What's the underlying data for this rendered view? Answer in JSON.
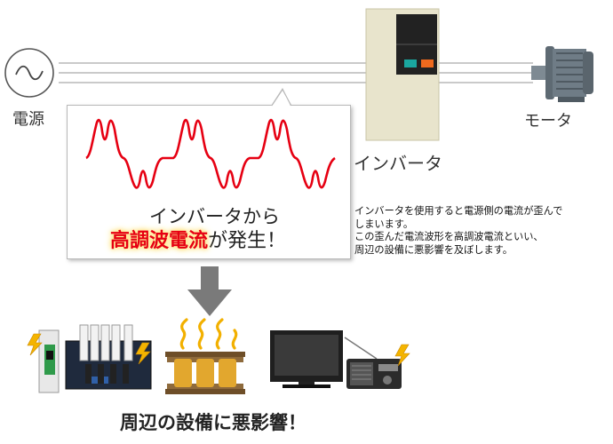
{
  "labels": {
    "power_source": "電源",
    "motor": "モータ",
    "inverter": "インバータ"
  },
  "bubble": {
    "line1": "インバータから",
    "highlight": "高調波電流",
    "line2_rest": "が発生！"
  },
  "description": [
    "インバータを使用すると電源側の電流が歪んで",
    "しまいます。",
    "この歪んだ電流波形を高調波電流といい、",
    "周辺の設備に悪影響を及ぼします。"
  ],
  "caption": "周辺の設備に悪影響！",
  "icons": [
    "ac-source-icon",
    "inverter-icon",
    "motor-icon",
    "down-arrow-icon",
    "switchboard-icon",
    "transformer-icon",
    "tv-icon",
    "radio-icon",
    "lightning-icon"
  ],
  "colors": {
    "wave": "#e60012",
    "inverter_body": "#e8e4cc",
    "inverter_panel": "#222222",
    "button_teal": "#1aa7a0",
    "button_orange": "#ee6a1e",
    "motor": "#6f7c86",
    "arrow": "#7a7a7a",
    "lightning": "#f4b400"
  }
}
